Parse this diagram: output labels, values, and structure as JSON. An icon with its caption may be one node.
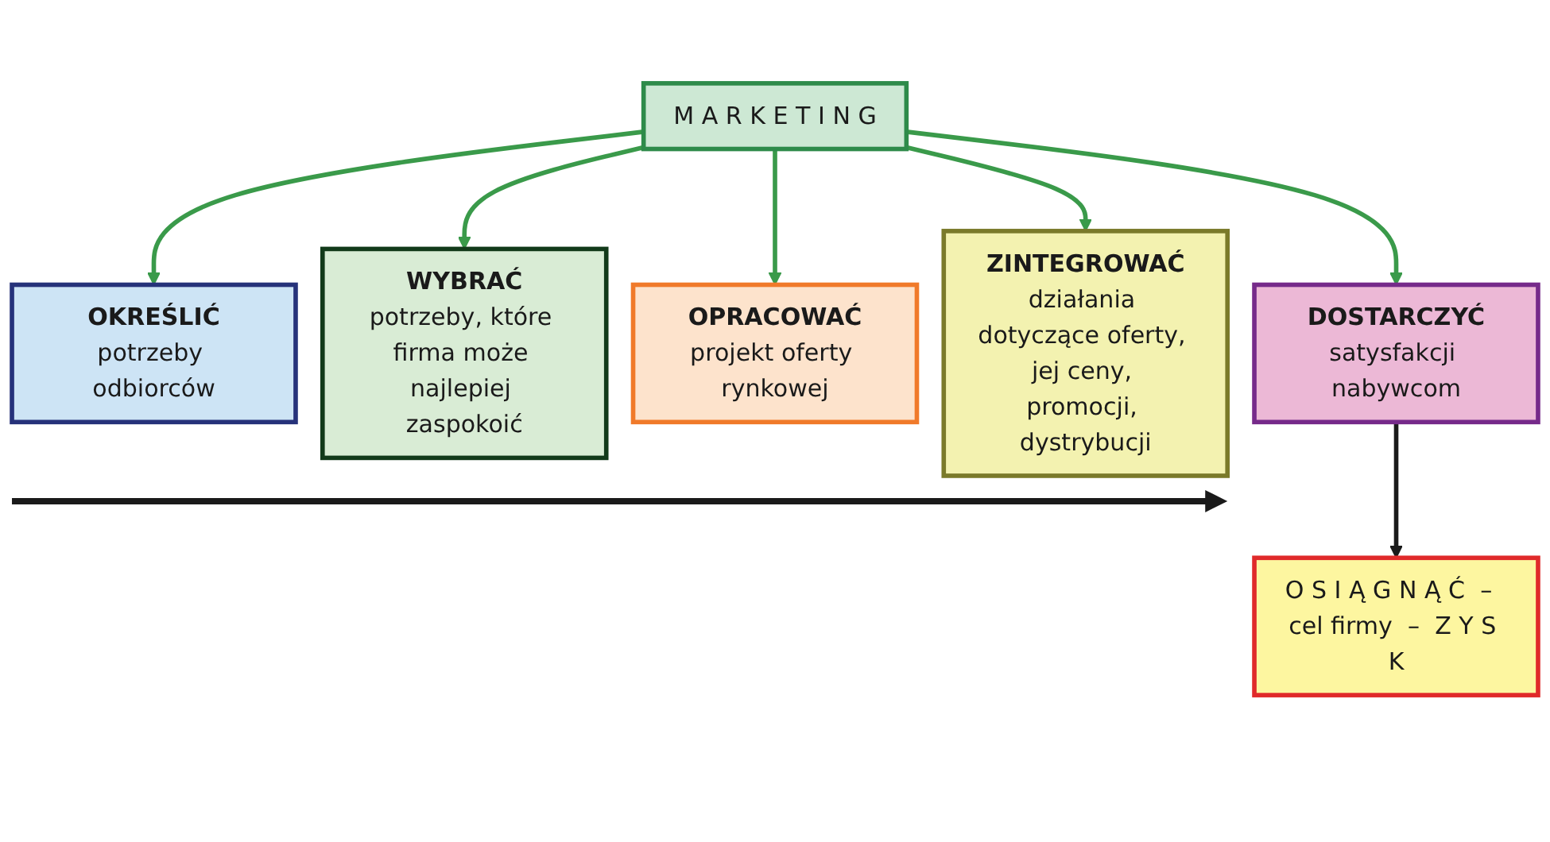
{
  "diagram": {
    "nodes": [
      {
        "text": [
          "M A R K E T I N G"
        ]
      },
      {
        "text": [
          "OKREŚLIĆ",
          "potrzeby odbiorców"
        ]
      },
      {
        "text": [
          "WYBRAĆ",
          "potrzeby, które firma może najlepiej zaspokoić"
        ]
      },
      {
        "text": [
          "OPRACOWAĆ",
          "projekt oferty rynkowej"
        ]
      },
      {
        "text": [
          "ZINTEGROWAĆ",
          "działania dotyczące oferty, jej ceny, promocji, dystrybucji"
        ]
      },
      {
        "text": [
          "DOSTARCZYĆ",
          "satysfakcji nabywcom"
        ]
      },
      {
        "text": [
          "O S I Ą G N Ą Ć  –  cel firmy  –  Z Y S K"
        ]
      }
    ],
    "edges": [
      {
        "from": 0,
        "to": 1,
        "arrow": "to"
      },
      {
        "from": 0,
        "to": 2,
        "arrow": "to"
      },
      {
        "from": 0,
        "to": 3,
        "arrow": "to"
      },
      {
        "from": 0,
        "to": 4,
        "arrow": "to"
      },
      {
        "from": 0,
        "to": 5,
        "arrow": "to"
      },
      {
        "from": 5,
        "to": 6,
        "arrow": "to",
        "color": "#1a1a1a"
      }
    ]
  }
}
